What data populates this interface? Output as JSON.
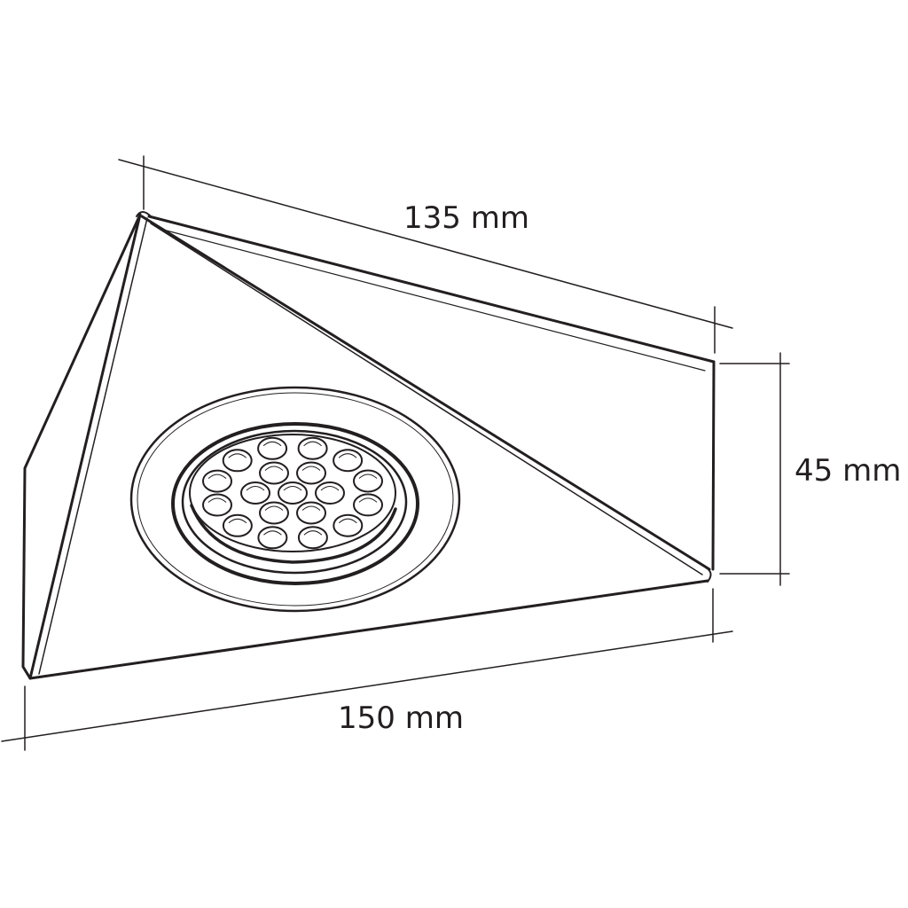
{
  "dimensions": {
    "length_top": "135 mm",
    "height": "45 mm",
    "length_bottom": "150 mm"
  },
  "led_count": 19,
  "colors": {
    "line": "#231f20",
    "background": "#ffffff"
  }
}
